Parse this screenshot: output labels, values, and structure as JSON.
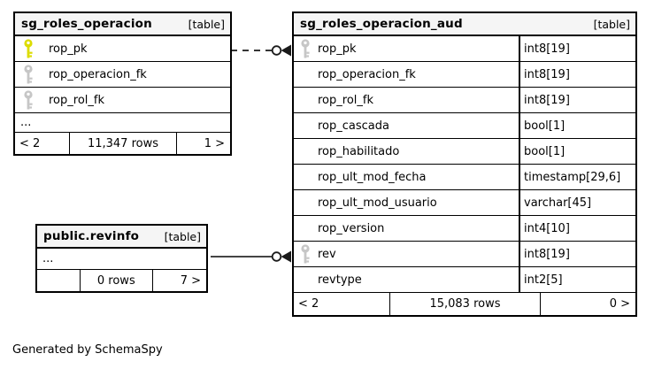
{
  "credit": "Generated by SchemaSpy",
  "colors": {
    "header_bg": "#f5f5f5",
    "border": "#000000",
    "primary_key": "#dcdc00",
    "secondary_key": "#c6c6c6",
    "dashed_edge": "#1a1a1a",
    "solid_edge": "#444444"
  },
  "icons": {
    "primary_key": "primary-key-icon",
    "secondary_key": "secondary-key-icon"
  },
  "tables": {
    "left": {
      "name": "sg_roles_operacion",
      "badge": "[table]",
      "columns": [
        {
          "name": "rop_pk",
          "key": "primary"
        },
        {
          "name": "rop_operacion_fk",
          "key": "secondary"
        },
        {
          "name": "rop_rol_fk",
          "key": "secondary"
        }
      ],
      "more": "...",
      "footer": {
        "prev": "< 2",
        "rows": "11,347 rows",
        "next": "1 >"
      }
    },
    "aud": {
      "name": "sg_roles_operacion_aud",
      "badge": "[table]",
      "columns": [
        {
          "name": "rop_pk",
          "type": "int8[19]",
          "key": "secondary"
        },
        {
          "name": "rop_operacion_fk",
          "type": "int8[19]",
          "key": ""
        },
        {
          "name": "rop_rol_fk",
          "type": "int8[19]",
          "key": ""
        },
        {
          "name": "rop_cascada",
          "type": "bool[1]",
          "key": ""
        },
        {
          "name": "rop_habilitado",
          "type": "bool[1]",
          "key": ""
        },
        {
          "name": "rop_ult_mod_fecha",
          "type": "timestamp[29,6]",
          "key": ""
        },
        {
          "name": "rop_ult_mod_usuario",
          "type": "varchar[45]",
          "key": ""
        },
        {
          "name": "rop_version",
          "type": "int4[10]",
          "key": ""
        },
        {
          "name": "rev",
          "type": "int8[19]",
          "key": "secondary"
        },
        {
          "name": "revtype",
          "type": "int2[5]",
          "key": ""
        }
      ],
      "footer": {
        "prev": "< 2",
        "rows": "15,083 rows",
        "next": "0 >"
      }
    },
    "revinfo": {
      "name": "public.revinfo",
      "badge": "[table]",
      "more": "...",
      "footer": {
        "prev": "",
        "rows": "0 rows",
        "next": "7 >"
      }
    }
  },
  "relationships": [
    {
      "from": "sg_roles_operacion.rop_pk",
      "to": "sg_roles_operacion_aud.rop_pk",
      "style": "dashed"
    },
    {
      "from": "public.revinfo",
      "to": "sg_roles_operacion_aud.rev",
      "style": "solid"
    }
  ]
}
